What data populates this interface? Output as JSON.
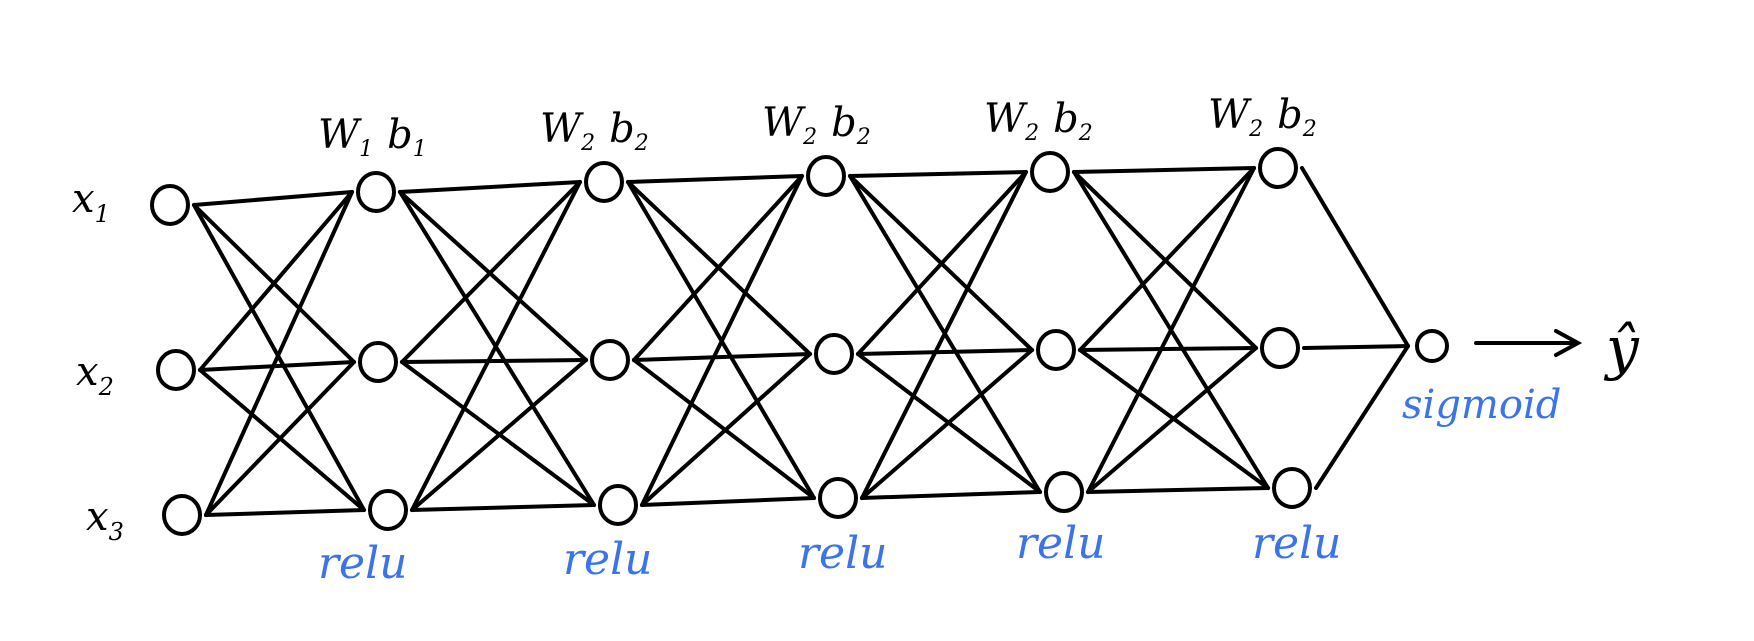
{
  "inputs": [
    {
      "var": "x",
      "sub": "1"
    },
    {
      "var": "x",
      "sub": "2"
    },
    {
      "var": "x",
      "sub": "3"
    }
  ],
  "layer_params": [
    {
      "w": "W",
      "w_sub": "1",
      "b": "b",
      "b_sub": "1"
    },
    {
      "w": "W",
      "w_sub": "2",
      "b": "b",
      "b_sub": "2"
    },
    {
      "w": "W",
      "w_sub": "2",
      "b": "b",
      "b_sub": "2"
    },
    {
      "w": "W",
      "w_sub": "2",
      "b": "b",
      "b_sub": "2"
    },
    {
      "w": "W",
      "w_sub": "2",
      "b": "b",
      "b_sub": "2"
    }
  ],
  "activations": [
    "relu",
    "relu",
    "relu",
    "relu",
    "relu"
  ],
  "output_activation": "sigmoid",
  "output_label": "ŷ",
  "colors": {
    "ink": "#000000",
    "activation": "#3a74e8"
  }
}
